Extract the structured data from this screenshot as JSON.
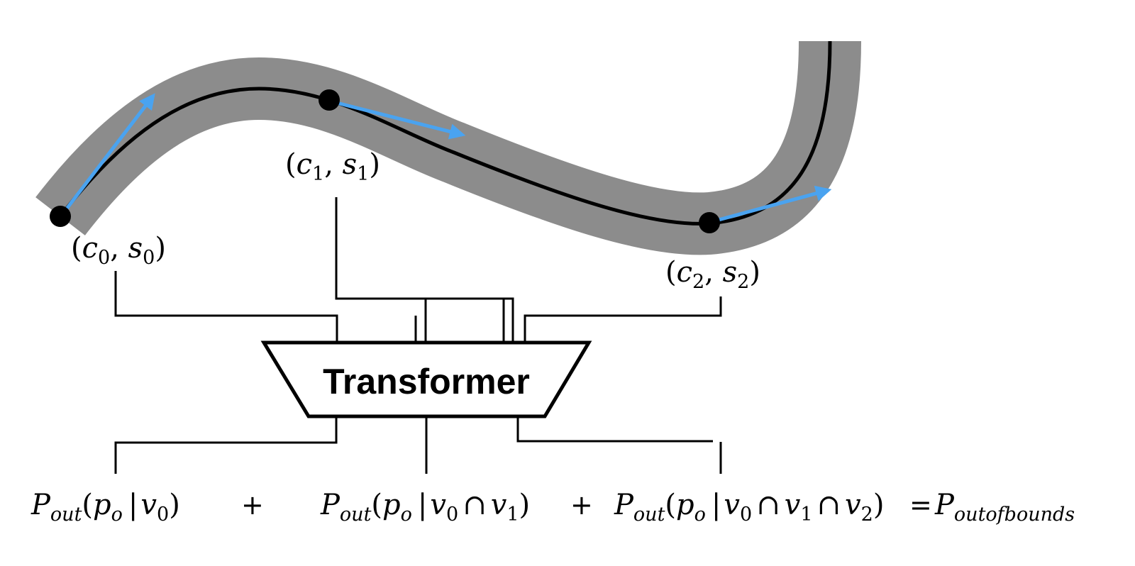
{
  "diagram": {
    "colors": {
      "road": "#8c8c8c",
      "centerline": "#000000",
      "arrow": "#4aa3f0",
      "block_stroke": "#000000",
      "block_fill": "#ffffff"
    },
    "waypoints": [
      {
        "label_c": "c",
        "sub_c": "0",
        "label_s": "s",
        "sub_s": "0"
      },
      {
        "label_c": "c",
        "sub_c": "1",
        "label_s": "s",
        "sub_s": "1"
      },
      {
        "label_c": "c",
        "sub_c": "2",
        "label_s": "s",
        "sub_s": "2"
      }
    ],
    "transformer_label": "Transformer",
    "outputs": [
      {
        "P": "P",
        "sub": "out",
        "open": "(",
        "p": "p",
        "p_sub": "o",
        "bar": "|",
        "v": "v",
        "v_sub": "0",
        "close": ")"
      },
      {
        "P": "P",
        "sub": "out",
        "open": "(",
        "p": "p",
        "p_sub": "o",
        "bar": "|",
        "v1": "v",
        "v1_sub": "0",
        "cap1": "∩",
        "v2": "v",
        "v2_sub": "1",
        "close": ")"
      },
      {
        "P": "P",
        "sub": "out",
        "open": "(",
        "p": "p",
        "p_sub": "o",
        "bar": "|",
        "v1": "v",
        "v1_sub": "0",
        "cap1": "∩",
        "v2": "v",
        "v2_sub": "1",
        "cap2": "∩",
        "v3": "v",
        "v3_sub": "2",
        "close": ")"
      }
    ],
    "plus_1": "+",
    "plus_2": "+",
    "equals": "=",
    "result": {
      "P": "P",
      "sub": "outofbounds"
    }
  }
}
